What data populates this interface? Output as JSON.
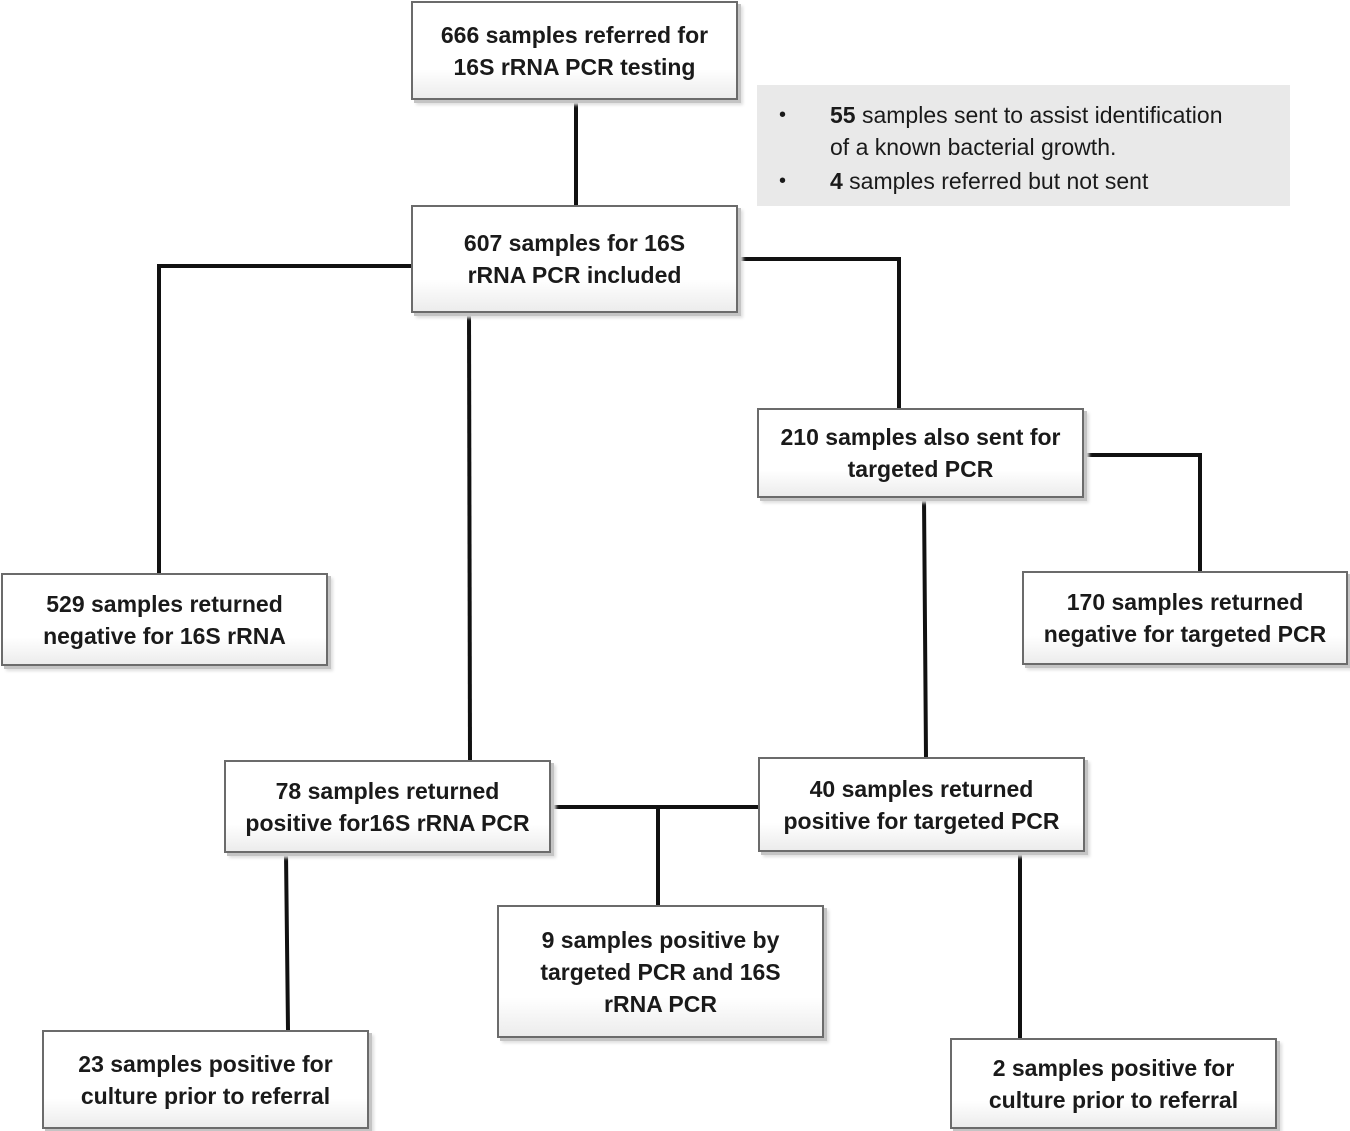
{
  "nodes": {
    "referred": {
      "line1": "666 samples referred for",
      "line2": "16S rRNA PCR testing"
    },
    "included": {
      "line1": "607 samples for 16S",
      "line2": "rRNA PCR included"
    },
    "targeted_sent": {
      "line1": "210 samples also sent for",
      "line2": "targeted PCR"
    },
    "negative_16s": {
      "line1": "529 samples returned",
      "line2": "negative for 16S rRNA"
    },
    "negative_targeted": {
      "line1": "170 samples returned",
      "line2": "negative for targeted PCR"
    },
    "positive_16s": {
      "line1": "78 samples returned",
      "line2": "positive for16S rRNA PCR"
    },
    "positive_targeted": {
      "line1": "40 samples returned",
      "line2": "positive for targeted PCR"
    },
    "positive_both": {
      "line1": "9 samples positive by",
      "line2": "targeted PCR and 16S",
      "line3": "rRNA PCR"
    },
    "culture_16s": {
      "line1": "23 samples positive for",
      "line2": "culture prior to referral"
    },
    "culture_targeted": {
      "line1": "2 samples positive for",
      "line2": "culture prior to referral"
    }
  },
  "exclusions": [
    {
      "bullet": "•",
      "count": "55",
      "text_line1": " samples sent to assist identification",
      "text_line2": "of a known bacterial growth."
    },
    {
      "bullet": "•",
      "count": "4",
      "text_line1": " samples referred but not sent"
    }
  ],
  "colors": {
    "box_border": "#6b6b6b",
    "line": "#111111",
    "note_bg": "#e9e9e9"
  }
}
